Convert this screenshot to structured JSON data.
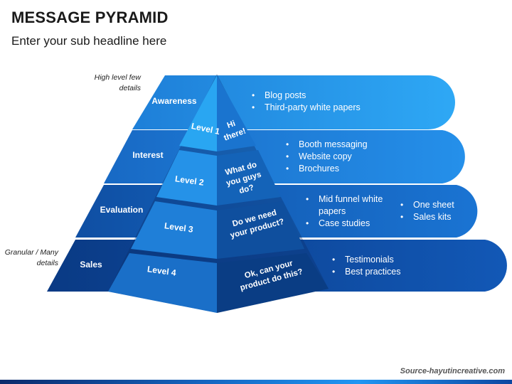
{
  "header": {
    "title": "MESSAGE PYRAMID",
    "subtitle": "Enter your sub headline here"
  },
  "side_notes": {
    "top": "High level few details",
    "bottom": "Granular / Many details"
  },
  "bands": [
    {
      "label": "Awareness",
      "level": "Level 1",
      "message": "Hi there!",
      "bullets": [
        "Blog posts",
        "Third-party white papers"
      ],
      "color": "#2aa3f0"
    },
    {
      "label": "Interest",
      "level": "Level 2",
      "message": "What do you guys do?",
      "bullets": [
        "Booth messaging",
        "Website copy",
        "Brochures"
      ],
      "color": "#1e88e5"
    },
    {
      "label": "Evaluation",
      "level": "Level 3",
      "message": "Do we need your product?",
      "bullets": [
        "Mid funnel white papers",
        "Case studies"
      ],
      "bullets_extra": [
        "One sheet",
        "Sales kits"
      ],
      "color": "#1565c0"
    },
    {
      "label": "Sales",
      "level": "Level 4",
      "message": "Ok, can your product do this?",
      "bullets": [
        "Testimonials",
        "Best practices"
      ],
      "color": "#0d47a1"
    }
  ],
  "footer": {
    "source": "Source-hayutincreative.com"
  }
}
